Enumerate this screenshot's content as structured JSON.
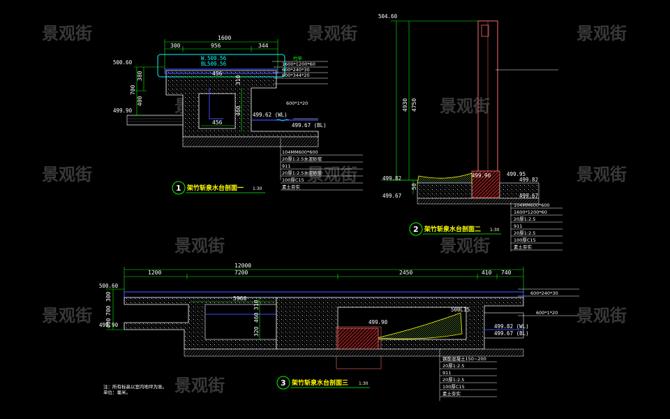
{
  "colors": {
    "background": "#000000",
    "dimension": "#00ff00",
    "concrete": "#ffffff",
    "water": "#3b4bff",
    "highlight": "#00ffff",
    "title": "#ffff00",
    "post": "#ff6b6b",
    "watermark": "#3c3c3c"
  },
  "watermarks": [
    "景观街",
    "景观街",
    "景观街",
    "景观街",
    "景观街",
    "景观街",
    "景观街",
    "景观街",
    "景观街",
    "景观街",
    "景观街",
    "景观街",
    "景观街"
  ],
  "section1": {
    "title": "架竹斩泉水台剖面一",
    "number": "1",
    "scale": "1:30",
    "dims_top": [
      "1600",
      "300",
      "956",
      "344"
    ],
    "dims_inner": [
      "456",
      "456"
    ],
    "dims_left": [
      "380",
      "700",
      "400"
    ],
    "dims_mid": [
      "310",
      "460"
    ],
    "levels": {
      "top_left": "500.60",
      "bottom_left": "499.90",
      "callout_a": "W.500.56",
      "callout_b": "BL500.56",
      "wl": "499.62 (WL)",
      "bl": "499.67 (BL)"
    },
    "notes_right": [
      "竹竿",
      "1600*1200*60",
      "600*240*30",
      "600*344*20",
      "600*1*20"
    ],
    "layers": [
      "104MM600*600",
      "20厚1:2.5水泥砂浆",
      "911",
      "20厚1:2.5水泥砂浆",
      "100厚C15",
      "素土夯实"
    ]
  },
  "section2": {
    "title": "架竹斩泉水台剖面二",
    "number": "2",
    "scale": "1:30",
    "levels": {
      "top": "504.60",
      "left_a": "499.82",
      "left_b": "499.67",
      "mid": "499.90",
      "right_a": "499.95",
      "right_b": "499.82",
      "right_c": "499.67"
    },
    "dims": [
      "4930",
      "4750",
      "50"
    ],
    "notes_right": [
      "1600*1200*60"
    ],
    "layers": [
      "104MM600*600",
      "20厚1:2.5",
      "911",
      "20厚1:2.5",
      "100厚C15",
      "素土夯实"
    ]
  },
  "section3": {
    "title": "架竹斩泉水台剖面三",
    "number": "3",
    "scale": "1:30",
    "dims_total": "12000",
    "dims_top": [
      "1200",
      "7200",
      "2450",
      "410",
      "740"
    ],
    "dims_inner": "5960",
    "dims_left": [
      "300",
      "700",
      "400"
    ],
    "dims_mid": [
      "310",
      "460",
      "320"
    ],
    "levels": {
      "top_left": "500.60",
      "bottom_left": "499.90",
      "mid": "499.90",
      "right_wl": "499.82 (WL)",
      "right_bl": "499.67 (BL)",
      "post": "500L15"
    },
    "notes_right": [
      "600*240*30",
      "600*1*20"
    ],
    "layers": [
      "钢筋混凝土150~200",
      "20厚1:2.5",
      "911",
      "20厚1:2.5",
      "100厚C15",
      "素土夯实"
    ],
    "footnote": [
      "注：所有标高以室内地坪为准。",
      "单位：毫米。"
    ]
  }
}
